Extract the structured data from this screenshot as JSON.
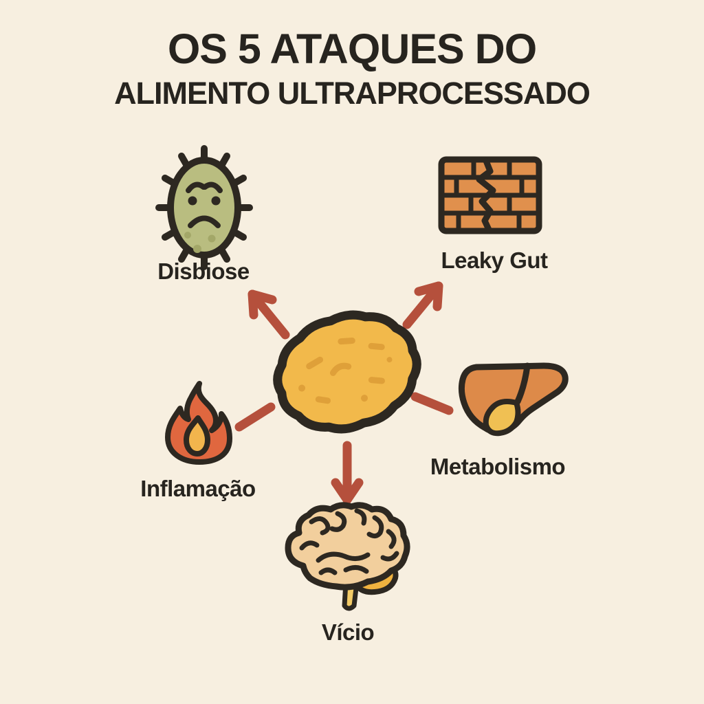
{
  "title": {
    "line1": "OS 5 ATAQUES DO",
    "line2": "ALIMENTO ULTRAPROCESSADO"
  },
  "center": {
    "icon": "chicken-nugget-icon"
  },
  "items": [
    {
      "label": "Disbiose",
      "icon": "bacteria-icon",
      "position": "top-left",
      "connector": "arrow-up-left"
    },
    {
      "label": "Leaky Gut",
      "icon": "cracked-brick-wall-icon",
      "position": "top-right",
      "connector": "arrow-up-right"
    },
    {
      "label": "Inflamação",
      "icon": "flame-icon",
      "position": "left",
      "connector": "segment-left"
    },
    {
      "label": "Metabolismo",
      "icon": "liver-icon",
      "position": "right",
      "connector": "segment-right"
    },
    {
      "label": "Vício",
      "icon": "brain-icon",
      "position": "bottom",
      "connector": "arrow-down"
    }
  ],
  "palette": {
    "background": "#f7efe0",
    "text": "#27241f",
    "outline": "#2d2821",
    "arrow": "#b5503c",
    "nugget": "#f2b94b",
    "nugget_speckle": "#dfa039",
    "bacteria_body": "#b9bd80",
    "bacteria_spot": "#a3a768",
    "brick": "#e0904d",
    "flame_outer": "#e0673f",
    "flame_inner": "#f2b54d",
    "liver": "#dd8a49",
    "gallbladder": "#f0c053",
    "brain": "#f2cf9d",
    "cerebellum": "#efb23f",
    "brainstem": "#f3cb67"
  }
}
